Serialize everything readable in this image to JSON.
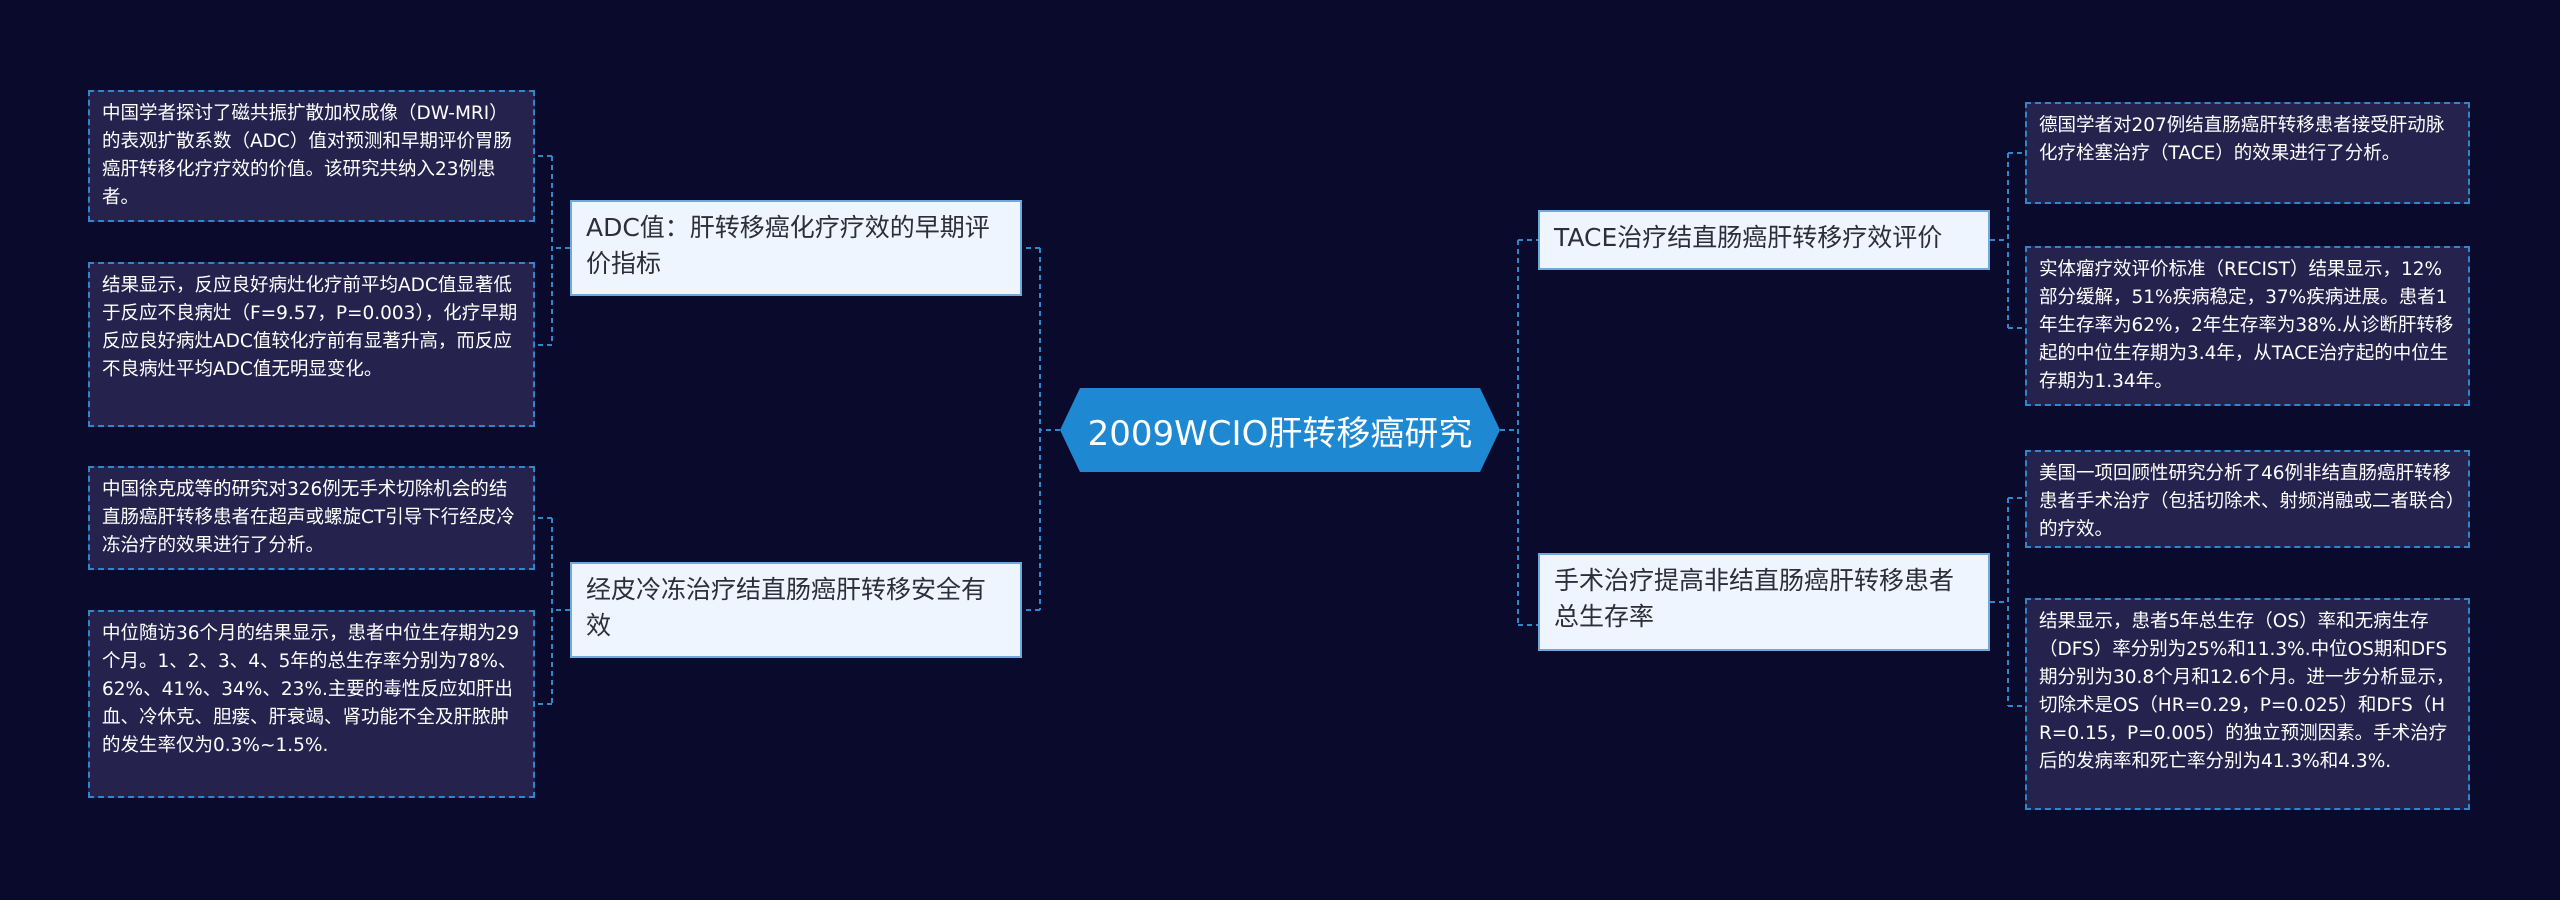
{
  "root": {
    "label": "2009WCIO肝转移癌研究"
  },
  "branches": [
    {
      "label": "ADC值：肝转移癌化疗疗效的早期评价指标",
      "leaves": [
        "中国学者探讨了磁共振扩散加权成像（DW-MRI）的表观扩散系数（ADC）值对预测和早期评价胃肠癌肝转移化疗疗效的价值。该研究共纳入23例患者。",
        "结果显示，反应良好病灶化疗前平均ADC值显著低于反应不良病灶（F=9.57，P=0.003），化疗早期反应良好病灶ADC值较化疗前有显著升高，而反应不良病灶平均ADC值无明显变化。"
      ]
    },
    {
      "label": "经皮冷冻治疗结直肠癌肝转移安全有效",
      "leaves": [
        "中国徐克成等的研究对326例无手术切除机会的结直肠癌肝转移患者在超声或螺旋CT引导下行经皮冷冻治疗的效果进行了分析。",
        "中位随访36个月的结果显示，患者中位生存期为29个月。1、2、3、4、5年的总生存率分别为78%、62%、41%、34%、23%.主要的毒性反应如肝出血、冷休克、胆瘘、肝衰竭、肾功能不全及肝脓肿的发生率仅为0.3%~1.5%."
      ]
    },
    {
      "label": "TACE治疗结直肠癌肝转移疗效评价",
      "leaves": [
        "德国学者对207例结直肠癌肝转移患者接受肝动脉化疗栓塞治疗（TACE）的效果进行了分析。",
        "实体瘤疗效评价标准（RECIST）结果显示，12%部分缓解，51%疾病稳定，37%疾病进展。患者1年生存率为62%，2年生存率为38%.从诊断肝转移起的中位生存期为3.4年，从TACE治疗起的中位生存期为1.34年。"
      ]
    },
    {
      "label": "手术治疗提高非结直肠癌肝转移患者总生存率",
      "leaves": [
        "美国一项回顾性研究分析了46例非结直肠癌肝转移患者手术治疗（包括切除术、射频消融或二者联合）的疗效。",
        "结果显示，患者5年总生存（OS）率和无病生存（DFS）率分别为25%和11.3%.中位OS期和DFS期分别为30.8个月和12.6个月。进一步分析显示，切除术是OS（HR=0.29，P=0.025）和DFS（HR=0.15，P=0.005）的独立预测因素。手术治疗后的发病率和死亡率分别为41.3%和4.3%."
      ]
    }
  ]
}
